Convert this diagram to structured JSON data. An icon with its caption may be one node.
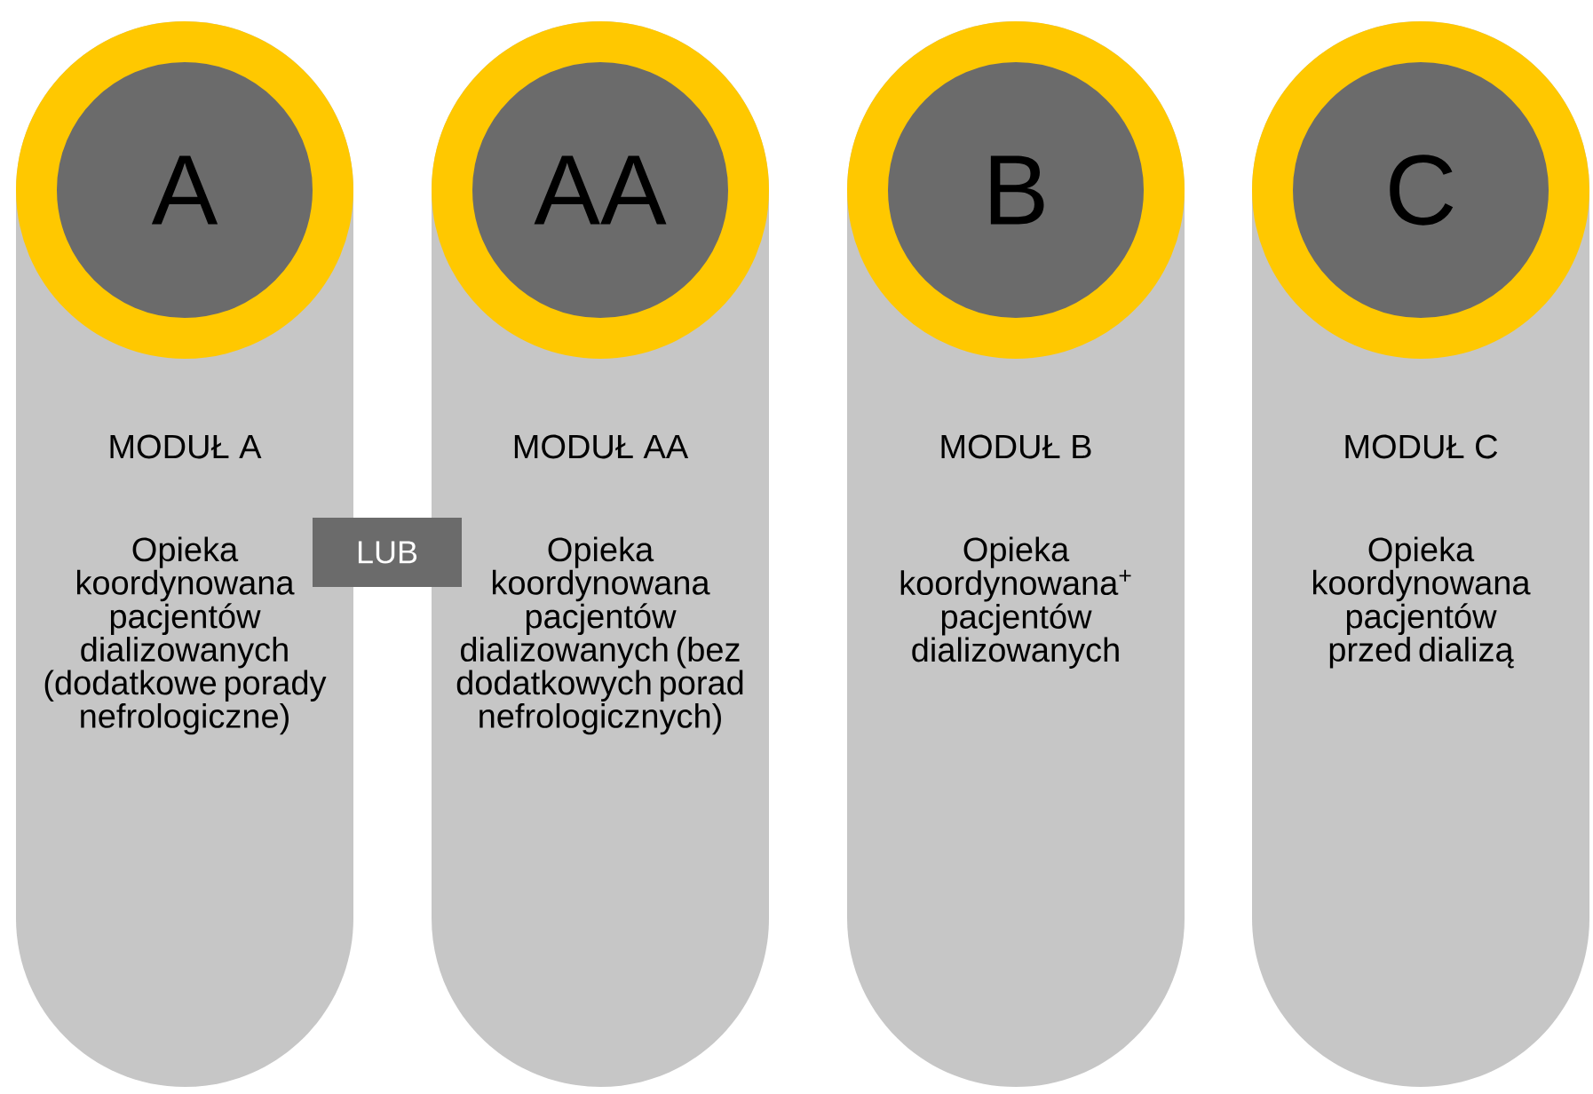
{
  "diagram": {
    "nodes": [
      {
        "text": [
          "MODUŁ A",
          "Opieka koordynowana pacjentów dializowanych (dodatkowe porady nefrologiczne)"
        ]
      },
      {
        "text": [
          "A"
        ],
        "in": 0
      },
      {
        "text": [
          "MODUŁ AA",
          "Opieka koordynowana pacjentów dializowanych (bez dodatkowych porad nefrologicznych)"
        ]
      },
      {
        "text": [
          "AA"
        ],
        "in": 2
      },
      {
        "text": [
          "MODUŁ B",
          "Opieka koordynowana$^{+}$ pacjentów dializowanych"
        ]
      },
      {
        "text": [
          "B"
        ],
        "in": 4
      },
      {
        "text": [
          "MODUŁ C",
          "Opieka koordynowana pacjentów przed dializą"
        ]
      },
      {
        "text": [
          "C"
        ],
        "in": 6
      },
      {
        "text": [
          "LUB"
        ]
      }
    ]
  }
}
